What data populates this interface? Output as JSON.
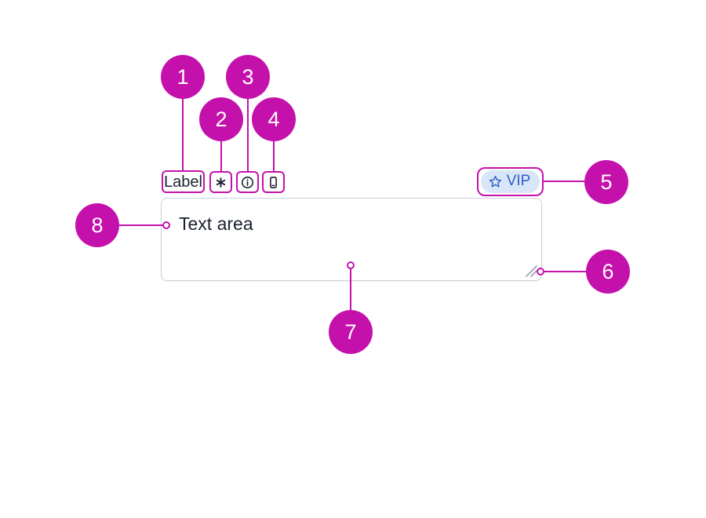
{
  "colors": {
    "accent": "#C511AB",
    "badge_bg": "#D8E6F8",
    "badge_fg": "#3060C8",
    "border": "#CBD2DA",
    "ink": "#1B2130",
    "handle": "#97A1AC"
  },
  "component": {
    "label": "Label",
    "textarea_value": "Text area",
    "badge": {
      "text": "VIP"
    }
  },
  "icons": {
    "required": "asterisk-icon",
    "info": "info-circle-icon",
    "device": "mobile-icon",
    "badge_star": "star-icon",
    "resize": "resize-handle-icon"
  },
  "callouts": [
    {
      "number": "1",
      "target": "label"
    },
    {
      "number": "2",
      "target": "required-indicator"
    },
    {
      "number": "3",
      "target": "info-icon"
    },
    {
      "number": "4",
      "target": "device-icon"
    },
    {
      "number": "5",
      "target": "vip-badge"
    },
    {
      "number": "6",
      "target": "resize-handle"
    },
    {
      "number": "7",
      "target": "textarea-field"
    },
    {
      "number": "8",
      "target": "textarea-edge"
    }
  ]
}
